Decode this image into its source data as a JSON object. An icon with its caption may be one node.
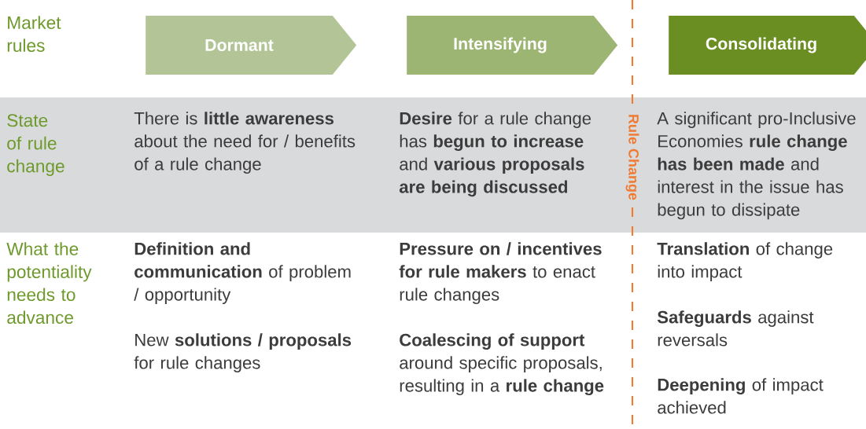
{
  "diagram": {
    "nodes": [
      {
        "text": [
          "Dormant"
        ]
      },
      {
        "text": [
          "Intensifying"
        ]
      },
      {
        "text": [
          "Consolidating"
        ]
      }
    ],
    "labels": [
      "Market rules",
      "State of rule change",
      "There is **little awareness** about the need for / benefits of a rule change",
      "**Desire** for a rule change has **begun to increase** and **various proposals are being discussed**",
      "Rule Change",
      "A significant pro-Inclusive Economies **rule change has been made** and interest in the issue has begun to dissipate",
      "What the potentiality needs to advance",
      "**Definition and communication** of problem / opportunity",
      "**Pressure on / incentives for rule makers** to enact rule changes",
      "**Translation** of change into impact",
      "**Safeguards** against reversals",
      "New **solutions / proposals** for rule changes",
      "**Coalescing of support** around specific proposals, resulting in a **rule change**",
      "**Deepening** of impact achieved"
    ]
  }
}
